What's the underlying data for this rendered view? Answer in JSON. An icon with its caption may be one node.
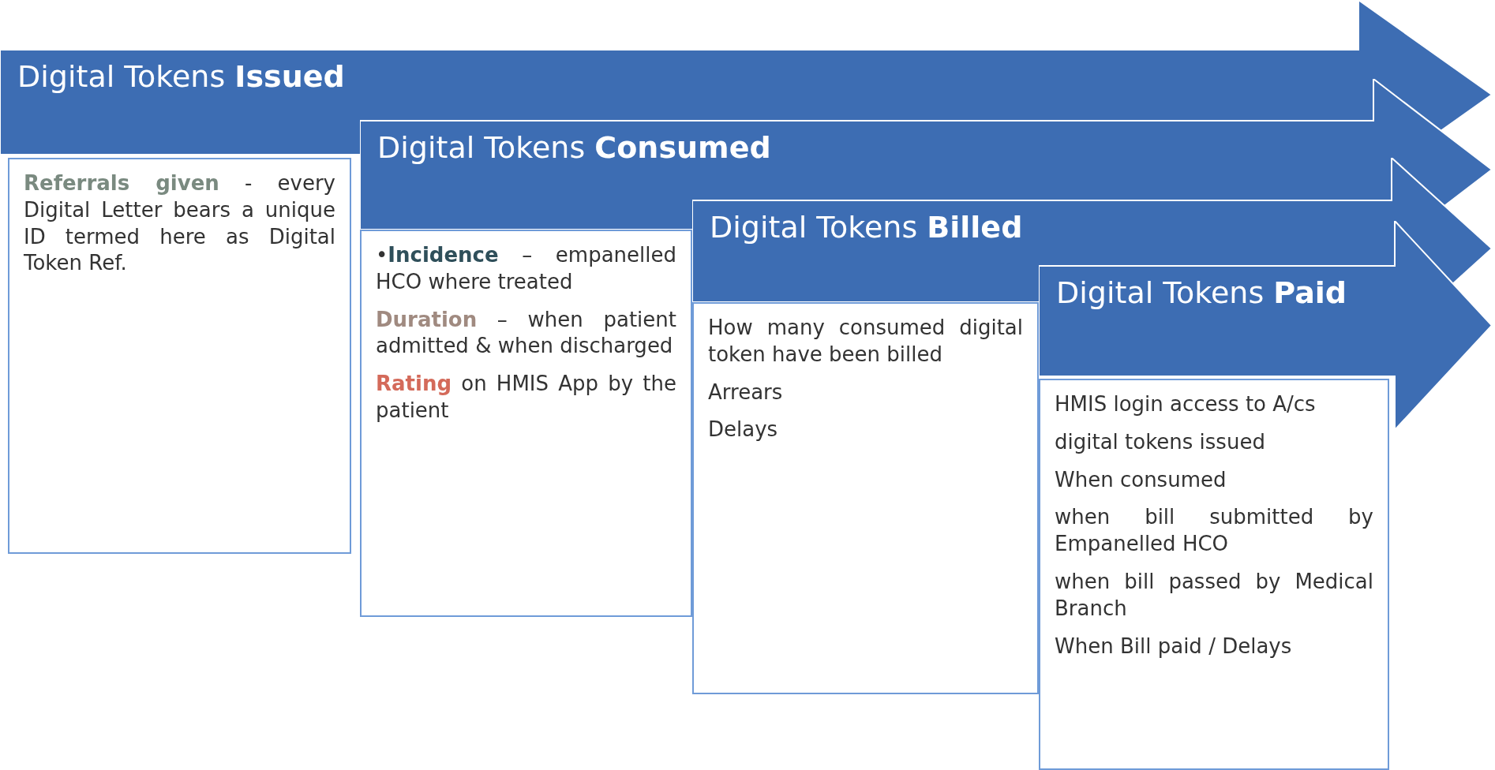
{
  "diagram": {
    "nodes": [
      {
        "text": [
          "Digital Tokens **Issued**"
        ]
      },
      {
        "text": [
          "**Referrals given** - every Digital Letter bears a unique ID termed here as Digital Token Ref."
        ]
      },
      {
        "text": [
          "Digital Tokens **Consumed**"
        ]
      },
      {
        "text": [
          "•**Incidence** – empanelled HCO where treated",
          "**Duration** – when patient admitted & when discharged",
          "**Rating** on HMIS App by the patient"
        ]
      },
      {
        "text": [
          "Digital Tokens **Billed**"
        ]
      },
      {
        "text": [
          "How many consumed digital token have been billed",
          "Arrears",
          "Delays"
        ]
      },
      {
        "text": [
          "Digital Tokens **Paid**"
        ]
      },
      {
        "text": [
          "HMIS login access to A/cs",
          "digital tokens issued",
          "When consumed",
          "when bill submitted by Empanelled HCO",
          "when bill passed by Medical Branch",
          "When Bill paid / Delays"
        ]
      }
    ]
  }
}
